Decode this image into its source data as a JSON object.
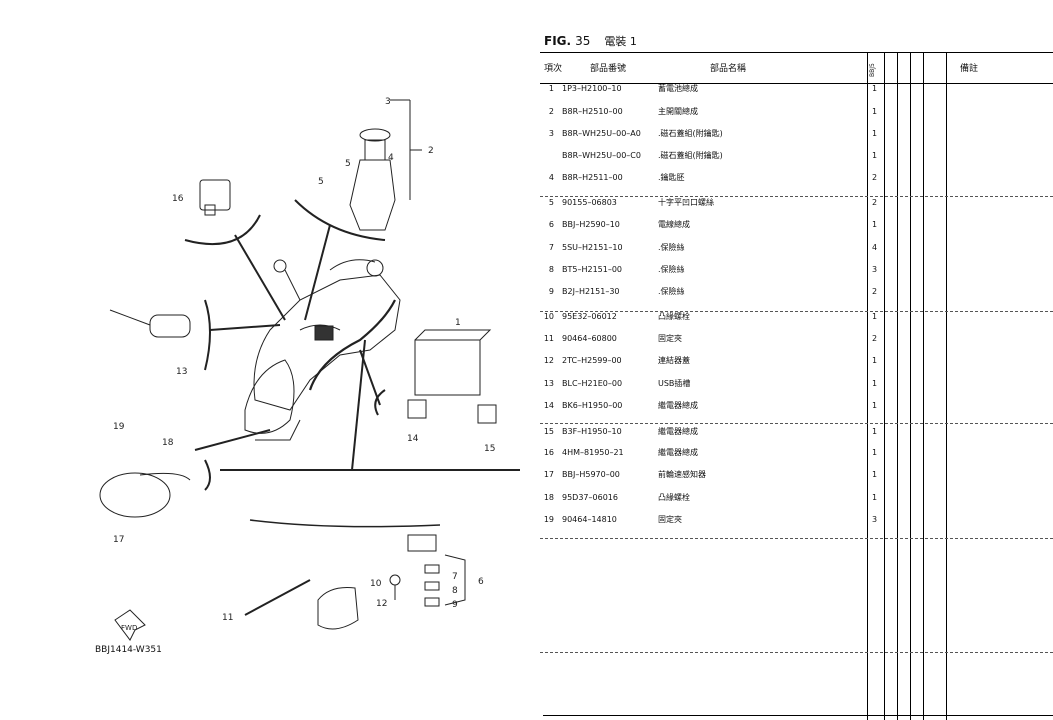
{
  "figure": {
    "label": "FIG.",
    "number": "35",
    "title": "電裝 1"
  },
  "diagram_ref": "BBJ1414-W351",
  "callouts": [
    "1",
    "2",
    "3",
    "4",
    "5",
    "5",
    "6",
    "7",
    "8",
    "9",
    "10",
    "11",
    "12",
    "13",
    "14",
    "15",
    "16",
    "17",
    "18",
    "19"
  ],
  "fwd_label": "FWD",
  "table": {
    "headers": {
      "item": "項次",
      "part_no": "部品番號",
      "part_name": "部品名稱",
      "model": "BBJ5",
      "remarks": "備註"
    },
    "rows": [
      {
        "item": "1",
        "part_no": "1P3–H2100–10",
        "name": "蓄電池總成",
        "qty": "1"
      },
      {
        "item": "2",
        "part_no": "B8R–H2510–00",
        "name": "主開關總成",
        "qty": "1"
      },
      {
        "item": "3",
        "part_no": "B8R–WH25U–00–A0",
        "name": ".磁石蓋組(附鑰匙)",
        "qty": "1"
      },
      {
        "item": "",
        "part_no": "B8R–WH25U–00–C0",
        "name": ".磁石蓋組(附鑰匙)",
        "qty": "1"
      },
      {
        "item": "4",
        "part_no": "B8R–H2511–00",
        "name": ".鑰匙胚",
        "qty": "2"
      },
      {
        "item": "5",
        "part_no": "90155–06803",
        "name": "十字平凹口螺絲",
        "qty": "2"
      },
      {
        "item": "6",
        "part_no": "BBJ–H2590–10",
        "name": "電線總成",
        "qty": "1"
      },
      {
        "item": "7",
        "part_no": "5SU–H2151–10",
        "name": ".保險絲",
        "qty": "4"
      },
      {
        "item": "8",
        "part_no": "BT5–H2151–00",
        "name": ".保險絲",
        "qty": "3"
      },
      {
        "item": "9",
        "part_no": "B2J–H2151–30",
        "name": ".保險絲",
        "qty": "2"
      },
      {
        "item": "10",
        "part_no": "95E32–06012",
        "name": "凸緣螺栓",
        "qty": "1"
      },
      {
        "item": "11",
        "part_no": "90464–60800",
        "name": "固定夾",
        "qty": "2"
      },
      {
        "item": "12",
        "part_no": "2TC–H2599–00",
        "name": "連結器蓋",
        "qty": "1"
      },
      {
        "item": "13",
        "part_no": "BLC–H21E0–00",
        "name": "USB插槽",
        "qty": "1"
      },
      {
        "item": "14",
        "part_no": "BK6–H1950–00",
        "name": "繼電器總成",
        "qty": "1"
      },
      {
        "item": "15",
        "part_no": "B3F–H1950–10",
        "name": "繼電器總成",
        "qty": "1"
      },
      {
        "item": "16",
        "part_no": "4HM–81950–21",
        "name": "繼電器總成",
        "qty": "1"
      },
      {
        "item": "17",
        "part_no": "BBJ–H5970–00",
        "name": "前輪速感知器",
        "qty": "1"
      },
      {
        "item": "18",
        "part_no": "95D37–06016",
        "name": "凸緣螺栓",
        "qty": "1"
      },
      {
        "item": "19",
        "part_no": "90464–14810",
        "name": "固定夾",
        "qty": "3"
      }
    ]
  }
}
